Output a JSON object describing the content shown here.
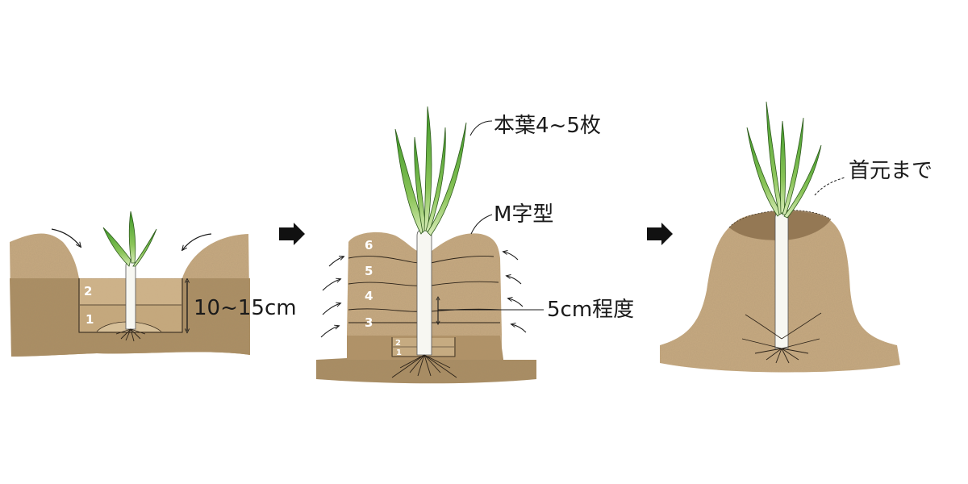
{
  "stage1": {
    "layers": [
      "2",
      "1"
    ],
    "depth_label": "10~15cm"
  },
  "stage2": {
    "layers": [
      "6",
      "5",
      "4",
      "3",
      "2",
      "1"
    ],
    "leaves_label": "本葉4~5枚",
    "shape_label": "M字型",
    "increment_label": "5cm程度"
  },
  "stage3": {
    "neck_label": "首元まで"
  },
  "colors": {
    "soil_light": "#c7aa82",
    "soil_dark": "#a98d63",
    "soil_cap": "#8f7350",
    "leaf_green": "#5fae35",
    "stem_white": "#f7f7f2",
    "arrow_black": "#111111"
  },
  "icons": [
    "arrow-right-icon",
    "curved-arrow-icon",
    "double-headed-arrow-icon"
  ]
}
